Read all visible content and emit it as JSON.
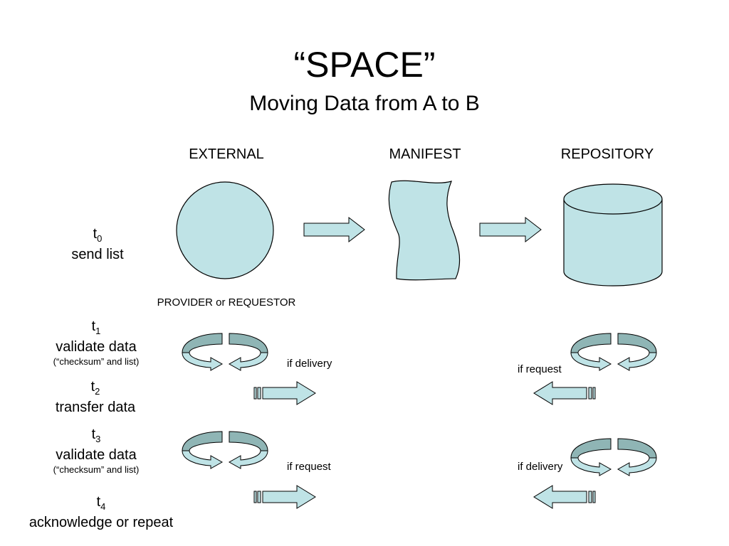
{
  "title": "“SPACE”",
  "subtitle": "Moving Data from A to B",
  "columns": {
    "external": "EXTERNAL",
    "manifest": "MANIFEST",
    "repository": "REPOSITORY"
  },
  "provider_label": "PROVIDER or REQUESTOR",
  "steps": [
    {
      "t": "t",
      "sub": "0",
      "label": "send list",
      "note": ""
    },
    {
      "t": "t",
      "sub": "1",
      "label": "validate data",
      "note": "(“checksum” and list)"
    },
    {
      "t": "t",
      "sub": "2",
      "label": "transfer data",
      "note": ""
    },
    {
      "t": "t",
      "sub": "3",
      "label": "validate data",
      "note": "(“checksum” and list)"
    },
    {
      "t": "t",
      "sub": "4",
      "label": "acknowledge or repeat",
      "note": ""
    }
  ],
  "conditions": {
    "t1_left": "if delivery",
    "t1_right": "if request",
    "t3_left": "if request",
    "t3_right": "if delivery"
  },
  "colors": {
    "fill_light": "#bfe3e6",
    "fill_dark": "#8fb5b5",
    "stroke": "#000000"
  }
}
